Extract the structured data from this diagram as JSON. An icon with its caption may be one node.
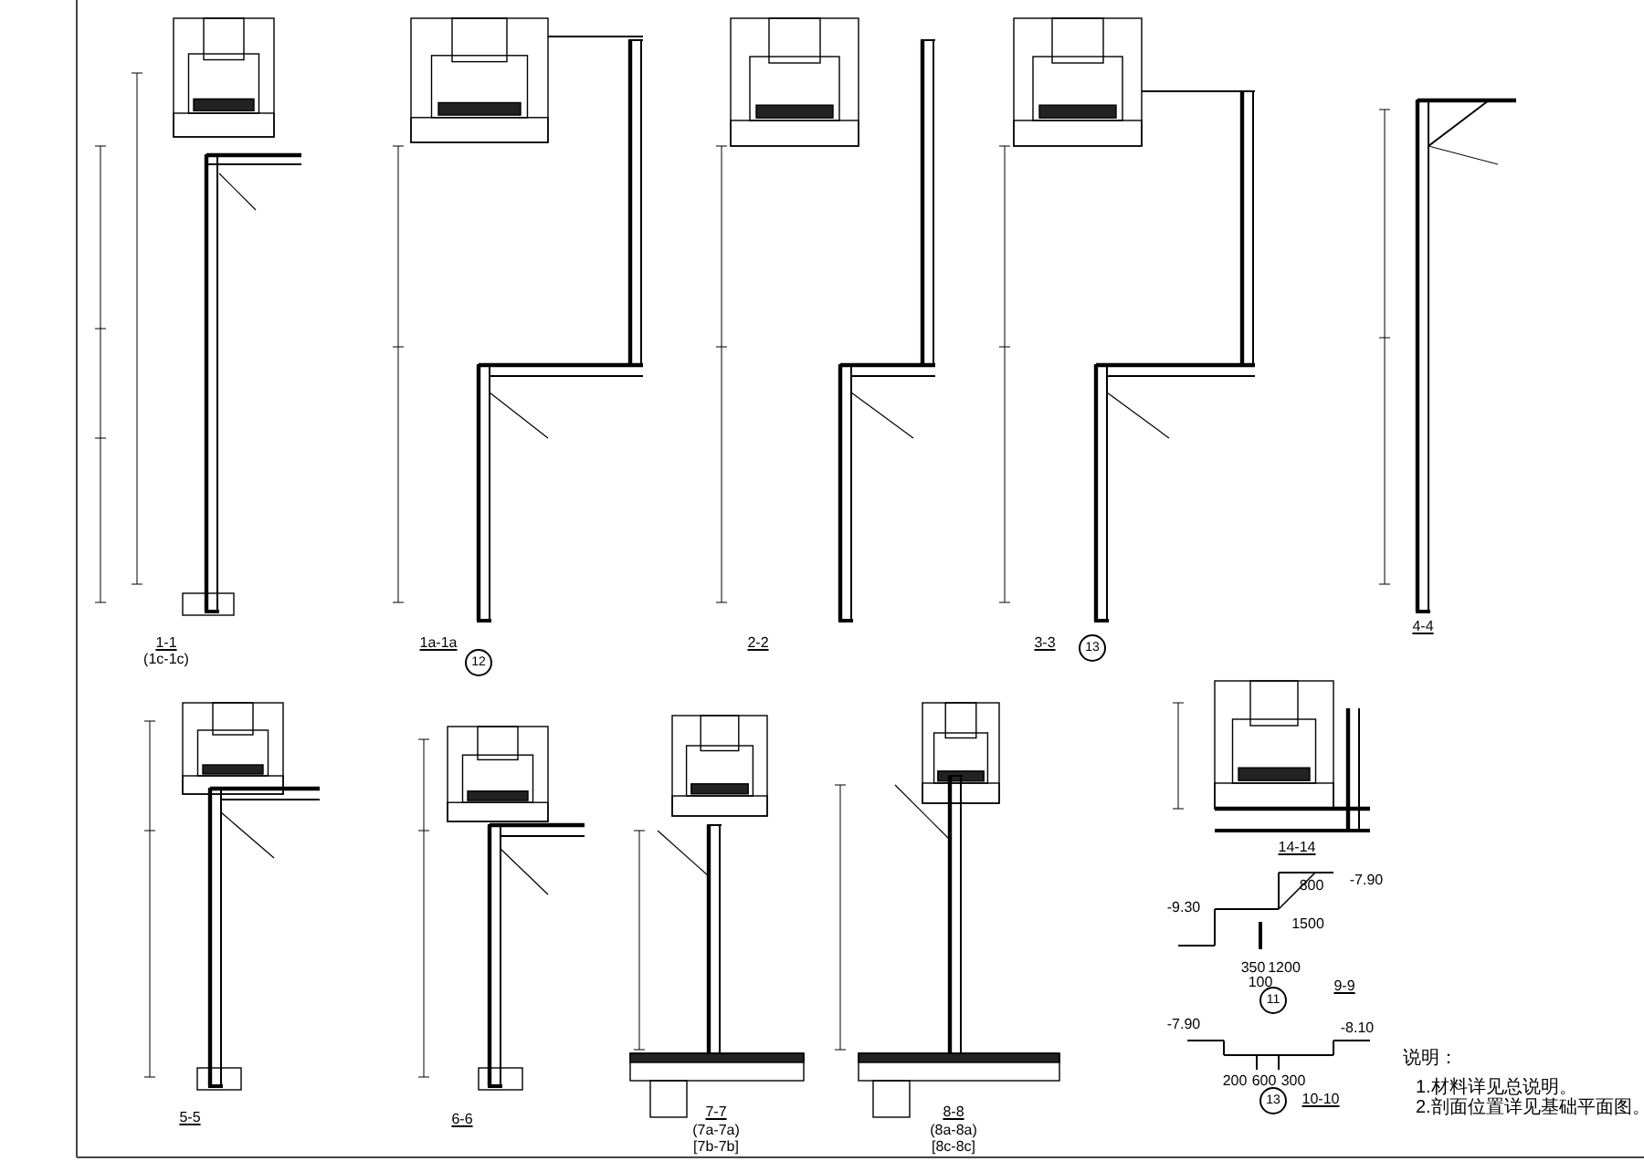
{
  "diagram": {
    "nodes": [
      {
        "text": [
          "12"
        ]
      },
      {
        "text": [
          "13"
        ]
      },
      {
        "text": [
          "11"
        ]
      },
      {
        "text": [
          "13"
        ]
      }
    ],
    "labels": [
      "1-1",
      "(1c-1c)",
      "1a-1a",
      "2-2",
      "3-3",
      "4-4",
      "5-5",
      "6-6",
      "7-7",
      "(7a-7a)",
      "[7b-7b]",
      "8-8",
      "(8a-8a)",
      "[8c-8c]",
      "14-14",
      "-7.90",
      "-9.30",
      "800",
      "1500",
      "350",
      "1200",
      "100",
      "9-9",
      "-7.90",
      "-8.10",
      "200",
      "600",
      "300",
      "10-10",
      "说明：",
      "1.材料详见总说明。",
      "2.剖面位置详见基础平面图。"
    ]
  }
}
